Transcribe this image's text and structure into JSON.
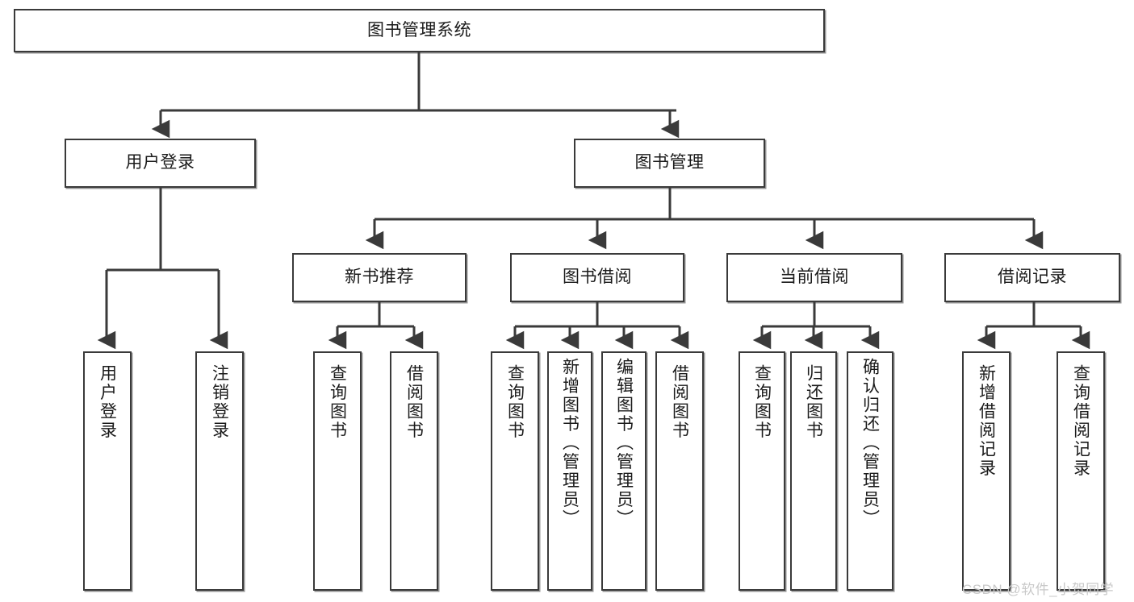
{
  "diagram": {
    "title_box": {
      "label": "图书管理系统"
    },
    "level2": [
      {
        "id": "user-login",
        "label": "用户登录"
      },
      {
        "id": "book-management",
        "label": "图书管理"
      }
    ],
    "level3": [
      {
        "id": "new-book-recommend",
        "label": "新书推荐"
      },
      {
        "id": "book-borrow",
        "label": "图书借阅"
      },
      {
        "id": "current-borrow",
        "label": "当前借阅"
      },
      {
        "id": "borrow-record",
        "label": "借阅记录"
      }
    ],
    "leaves": {
      "user_login": [
        {
          "id": "leaf-user-login",
          "label": "用户登录"
        },
        {
          "id": "leaf-logout-login",
          "label": "注销登录"
        }
      ],
      "new_book_recommend": [
        {
          "id": "leaf-query-book-1",
          "label": "查询图书"
        },
        {
          "id": "leaf-borrow-book-1",
          "label": "借阅图书"
        }
      ],
      "book_borrow": [
        {
          "id": "leaf-query-book-2",
          "label": "查询图书"
        },
        {
          "id": "leaf-add-book",
          "label": "新增图书（管理员）"
        },
        {
          "id": "leaf-edit-book",
          "label": "编辑图书（管理员）"
        },
        {
          "id": "leaf-borrow-book-2",
          "label": "借阅图书"
        }
      ],
      "current_borrow": [
        {
          "id": "leaf-query-book-3",
          "label": "查询图书"
        },
        {
          "id": "leaf-return-book",
          "label": "归还图书"
        },
        {
          "id": "leaf-confirm-return",
          "label": "确认归还（管理员）"
        }
      ],
      "borrow_record": [
        {
          "id": "leaf-add-record",
          "label": "新增借阅记录"
        },
        {
          "id": "leaf-query-record",
          "label": "查询借阅记录"
        }
      ]
    },
    "watermark": {
      "text": "CSDN @软件_小贺同学"
    },
    "colors": {
      "stroke": "#3a3a3a",
      "box_fill": "#ffffff",
      "text": "#1a1a1a",
      "watermark": "#c9c9c9"
    }
  }
}
